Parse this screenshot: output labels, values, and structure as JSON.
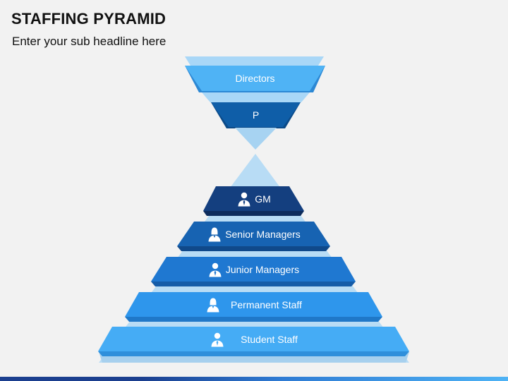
{
  "header": {
    "title": "STAFFING PYRAMID",
    "subtitle": "Enter your sub headline here"
  },
  "top_funnel": {
    "levels": [
      {
        "label": "Directors",
        "color": "#4fb3f5"
      },
      {
        "label": "P",
        "color": "#0f5ea8"
      }
    ],
    "tip_color": "#a7d3f2"
  },
  "pyramid": {
    "body_color": "#b8dcf5",
    "levels": [
      {
        "label": "GM",
        "icon": "male-person-icon",
        "color": "#143f7f"
      },
      {
        "label": "Senior Managers",
        "icon": "female-person-icon",
        "color": "#1763b2"
      },
      {
        "label": "Junior Managers",
        "icon": "male-person-icon",
        "color": "#1f78d1"
      },
      {
        "label": "Permanent Staff",
        "icon": "female-person-icon",
        "color": "#2e96ec"
      },
      {
        "label": "Student Staff",
        "icon": "male-person-icon",
        "color": "#45acf5"
      }
    ]
  }
}
